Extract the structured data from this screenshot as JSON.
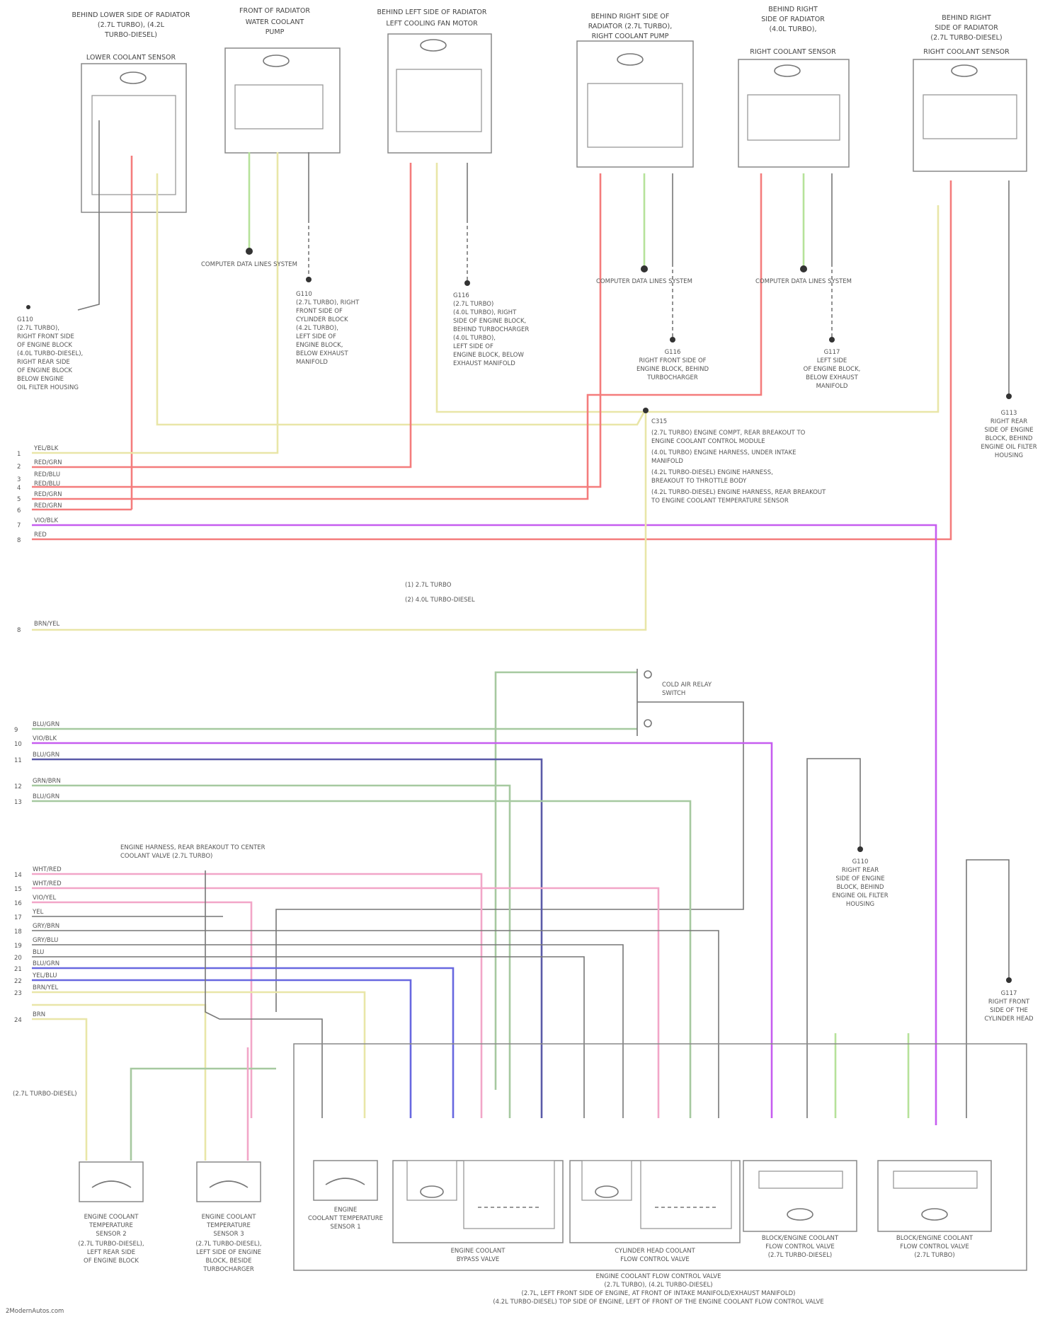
{
  "colors": {
    "red": "#f47c7c",
    "yellow": "#e9e6a8",
    "purple": "#c65df0",
    "green": "#a6c9a0",
    "blue": "#6868e0",
    "pink": "#f2a6c8",
    "gray": "#8a8a8a",
    "lightgreen": "#b6e29a"
  },
  "sensors": [
    {
      "title": "BEHIND LOWER SIDE OF RADIATOR",
      "lines": [
        "(2.7L TURBO), (4.2L",
        "TURBO-DIESEL)",
        "LOWER COOLANT SENSOR"
      ]
    },
    {
      "title": "FRONT OF RADIATOR",
      "lines": [
        "WATER COOLANT",
        "PUMP"
      ]
    },
    {
      "title": "BEHIND LEFT SIDE OF RADIATOR",
      "lines": [
        "LEFT COOLING FAN MOTOR"
      ]
    },
    {
      "title": "BEHIND RIGHT SIDE OF",
      "lines": [
        "RADIATOR (2.7L TURBO),",
        "RIGHT COOLANT PUMP"
      ]
    },
    {
      "title": "BEHIND RIGHT",
      "lines": [
        "SIDE OF RADIATOR",
        "(4.0L TURBO),",
        "RIGHT COOLANT SENSOR"
      ]
    },
    {
      "title": "BEHIND RIGHT",
      "lines": [
        "SIDE OF RADIATOR",
        "(2.7L TURBO-DIESEL)",
        "RIGHT COOLANT SENSOR"
      ]
    }
  ],
  "grounds": [
    {
      "text": "COMPUTER DATA LINES SYSTEM"
    },
    {
      "text": "COMPUTER DATA LINES SYSTEM"
    },
    {
      "text": "COMPUTER DATA LINES SYSTEM"
    }
  ],
  "ground_notes": [
    {
      "lines": [
        "G110",
        "(2.7L TURBO), RIGHT",
        "FRONT SIDE OF",
        "CYLINDER BLOCK",
        "(4.2L TURBO),",
        "LEFT SIDE OF",
        "ENGINE BLOCK,",
        "BELOW EXHAUST",
        "MANIFOLD"
      ]
    },
    {
      "lines": [
        "G116",
        "(2.7L TURBO)",
        "(4.0L TURBO), RIGHT",
        "SIDE OF ENGINE BLOCK,",
        "BEHIND TURBOCHARGER",
        "(4.0L TURBO),",
        "LEFT SIDE OF",
        "ENGINE BLOCK, BELOW",
        "EXHAUST MANIFOLD"
      ]
    },
    {
      "lines": [
        "G116",
        "RIGHT FRONT SIDE OF",
        "ENGINE BLOCK, BEHIND",
        "TURBOCHARGER"
      ]
    },
    {
      "lines": [
        "G117",
        "LEFT SIDE",
        "OF ENGINE BLOCK,",
        "BELOW EXHAUST",
        "MANIFOLD"
      ]
    },
    {
      "lines": [
        "G113",
        "RIGHT REAR",
        "SIDE OF ENGINE",
        "BLOCK, BEHIND",
        "ENGINE OIL FILTER",
        "HOUSING"
      ]
    }
  ],
  "left_note": {
    "lines": [
      "G110",
      "(2.7L TURBO),",
      "RIGHT FRONT SIDE",
      "OF ENGINE BLOCK",
      "(4.0L TURBO-DIESEL),",
      "RIGHT REAR SIDE",
      "OF ENGINE BLOCK",
      "BELOW ENGINE",
      "OIL FILTER HOUSING"
    ]
  },
  "splice_note": {
    "lines": [
      "C315",
      "(2.7L TURBO) ENGINE COMPT, REAR BREAKOUT TO",
      "ENGINE COOLANT CONTROL MODULE",
      "(4.0L TURBO) ENGINE HARNESS, UNDER INTAKE",
      "MANIFOLD",
      "(4.2L TURBO-DIESEL) ENGINE HARNESS,",
      "BREAKOUT TO THROTTLE BODY",
      "(4.2L TURBO-DIESEL) ENGINE HARNESS, REAR BREAKOUT",
      "TO ENGINE COOLANT TEMPERATURE SENSOR"
    ]
  },
  "legend": [
    "(1) 2.7L TURBO",
    "(2) 4.0L TURBO-DIESEL"
  ],
  "connector_pins_top": [
    "1",
    "2",
    "3",
    "4",
    "5",
    "6",
    "7",
    "8"
  ],
  "connector_pins_bottom": [
    "9",
    "10",
    "11",
    "12",
    "13",
    "14",
    "15",
    "16",
    "17",
    "18",
    "19",
    "20",
    "21",
    "22",
    "23",
    "24"
  ],
  "wire_labels_top": [
    "YEL/BLK",
    "RED/GRN",
    "RED/BLU",
    "RED/BLU",
    "RED/GRN",
    "RED/GRN",
    "VIO/BLK",
    "RED"
  ],
  "wire_label_8": "BRN/YEL",
  "wire_labels_bottom": [
    "BLU/GRN",
    "VIO/BLK",
    "BLU/GRN",
    "GRN/BRN",
    "BLU/GRN",
    "WHT/RED",
    "WHT/RED",
    "VIO/YEL",
    "YEL",
    "GRY/BRN",
    "GRY/BLU",
    "BLU",
    "BLU/GRN",
    "YEL/BLU",
    "BRN/YEL",
    "BRN"
  ],
  "harness_note": {
    "lines": [
      "ENGINE HARNESS, REAR BREAKOUT TO CENTER",
      "COOLANT VALVE (2.7L TURBO)"
    ]
  },
  "cold_air_switch": {
    "lines": [
      "COLD AIR RELAY",
      "SWITCH"
    ]
  },
  "turbo_note": {
    "lines": [
      "(2.7L TURBO-DIESEL)"
    ]
  },
  "right_grounds": [
    {
      "lines": [
        "G110",
        "RIGHT REAR",
        "SIDE OF ENGINE",
        "BLOCK, BEHIND",
        "ENGINE OIL FILTER",
        "HOUSING"
      ]
    },
    {
      "lines": [
        "G117",
        "RIGHT FRONT",
        "SIDE OF THE",
        "CYLINDER HEAD"
      ]
    }
  ],
  "bottom_components": [
    {
      "lines": [
        "ENGINE COOLANT",
        "TEMPERATURE",
        "SENSOR 2",
        "(2.7L TURBO-DIESEL),",
        "LEFT REAR SIDE",
        "OF ENGINE BLOCK"
      ]
    },
    {
      "lines": [
        "ENGINE COOLANT",
        "TEMPERATURE",
        "SENSOR 3",
        "(2.7L TURBO-DIESEL),",
        "LEFT SIDE OF ENGINE",
        "BLOCK, BESIDE",
        "TURBOCHARGER"
      ]
    },
    {
      "lines": [
        "ENGINE",
        "COOLANT TEMPERATURE",
        "SENSOR 1"
      ]
    },
    {
      "lines": [
        "ENGINE COOLANT",
        "BYPASS VALVE"
      ]
    },
    {
      "lines": [
        "CYLINDER HEAD COOLANT",
        "FLOW CONTROL VALVE"
      ]
    },
    {
      "lines": [
        "BLOCK/ENGINE COOLANT",
        "FLOW CONTROL VALVE",
        "(2.7L TURBO-DIESEL)"
      ]
    },
    {
      "lines": [
        "BLOCK/ENGINE COOLANT",
        "FLOW CONTROL VALVE",
        "(2.7L TURBO)"
      ]
    }
  ],
  "bottom_caption": {
    "lines": [
      "ENGINE COOLANT FLOW CONTROL VALVE",
      "(2.7L TURBO), (4.2L TURBO-DIESEL)",
      "(2.7L, LEFT FRONT SIDE OF ENGINE, AT FRONT OF INTAKE MANIFOLD/EXHAUST MANIFOLD)",
      "(4.2L TURBO-DIESEL) TOP SIDE OF ENGINE, LEFT OF FRONT OF THE ENGINE COOLANT FLOW CONTROL VALVE"
    ]
  },
  "footer": "2ModernAutos.com"
}
